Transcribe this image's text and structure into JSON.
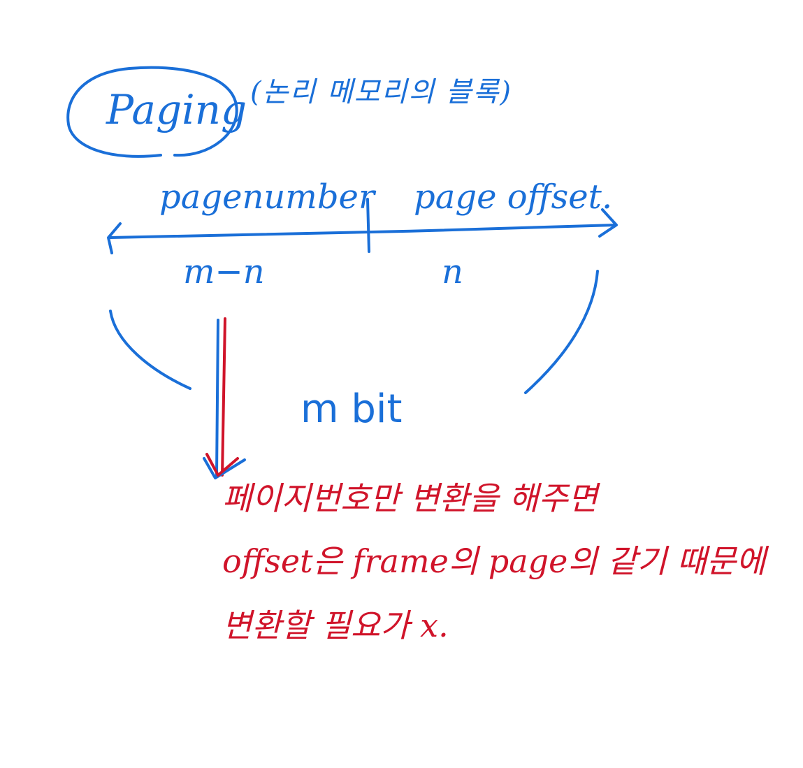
{
  "title": "Paging",
  "subtitle": "(논리 메모리의 블록)",
  "address_fields": {
    "left_label": "pagenumber",
    "right_label": "page offset.",
    "left_bits": "m−n",
    "right_bits": "n",
    "total_bits": "m bit"
  },
  "note_lines": [
    "페이지번호만 변환을 해주면",
    "offset은 frame의 page의 같기 때문에",
    "변환할 필요가 x."
  ],
  "colors": {
    "blue_ink": "#1a6fd8",
    "red_ink": "#d0142a",
    "background": "#ffffff"
  }
}
